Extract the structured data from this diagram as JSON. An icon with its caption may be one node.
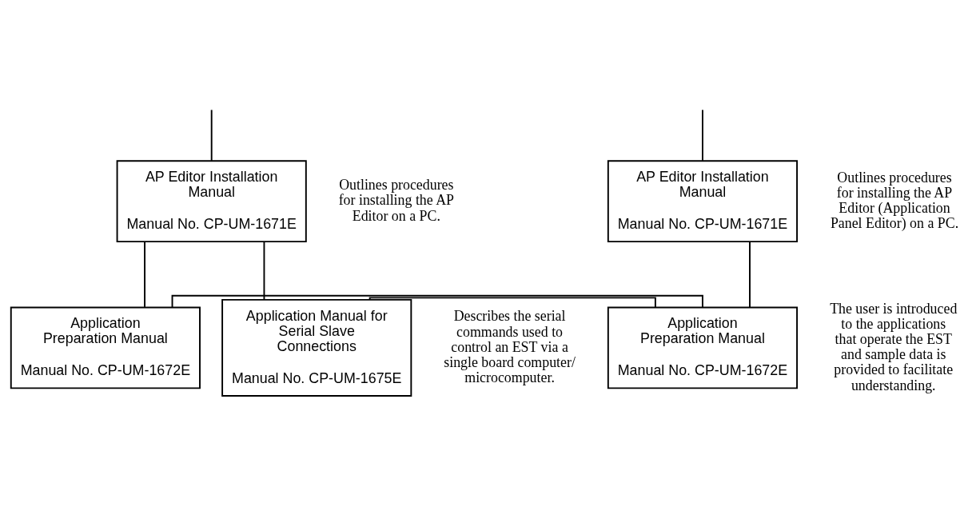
{
  "diagram": {
    "nodes": [
      {
        "text": [
          "AP Editor Installation Manual",
          "Manual No. CP-UM-1671E"
        ],
        "beside": [
          "Outlines procedures for installing the AP Editor (Application Panel Editor) on a PC."
        ]
      },
      {
        "text": [
          "AP Editor Installation Manual",
          "Manual No. CP-UM-1671E"
        ],
        "beside": [
          "Outlines procedures for installing the AP Editor on a PC."
        ]
      },
      {
        "text": [
          "Application Preparation Manual",
          "Manual No. CP-UM-1672E"
        ],
        "beside": [
          "The user is introduced to the applications that operate the EST and sample data is provided to facilitate understanding."
        ]
      },
      {
        "text": [
          "Application Preparation Manual",
          "Manual No. CP-UM-1672E"
        ]
      },
      {
        "text": [
          "Application Manual for Serial Slave Connections",
          "Manual No. CP-UM-1675E"
        ],
        "beside": [
          "Describes the serial commands used to control an EST via a single board computer/microcomputer."
        ]
      }
    ],
    "edges": [
      {
        "from": null,
        "to": 0,
        "arrow": "none"
      },
      {
        "from": null,
        "to": 1,
        "arrow": "none"
      },
      {
        "from": 0,
        "to": 2,
        "arrow": "none"
      },
      {
        "from": 1,
        "to": 3,
        "arrow": "none"
      },
      {
        "from": 1,
        "to": 4,
        "arrow": "none"
      },
      {
        "from": 2,
        "to": 3,
        "arrow": "none"
      },
      {
        "from": 2,
        "to": 4,
        "arrow": "none"
      }
    ]
  }
}
